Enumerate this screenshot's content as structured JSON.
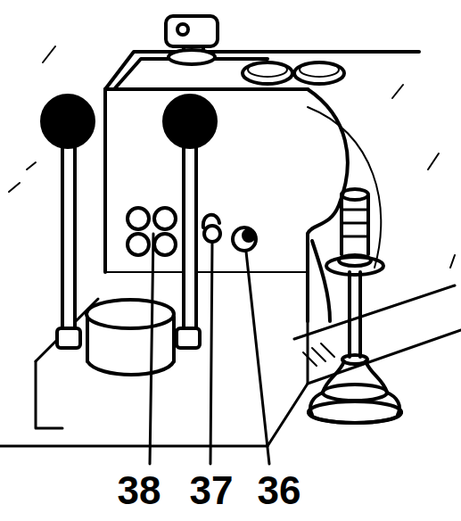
{
  "diagram": {
    "labels": [
      "38",
      "37",
      "36"
    ]
  }
}
